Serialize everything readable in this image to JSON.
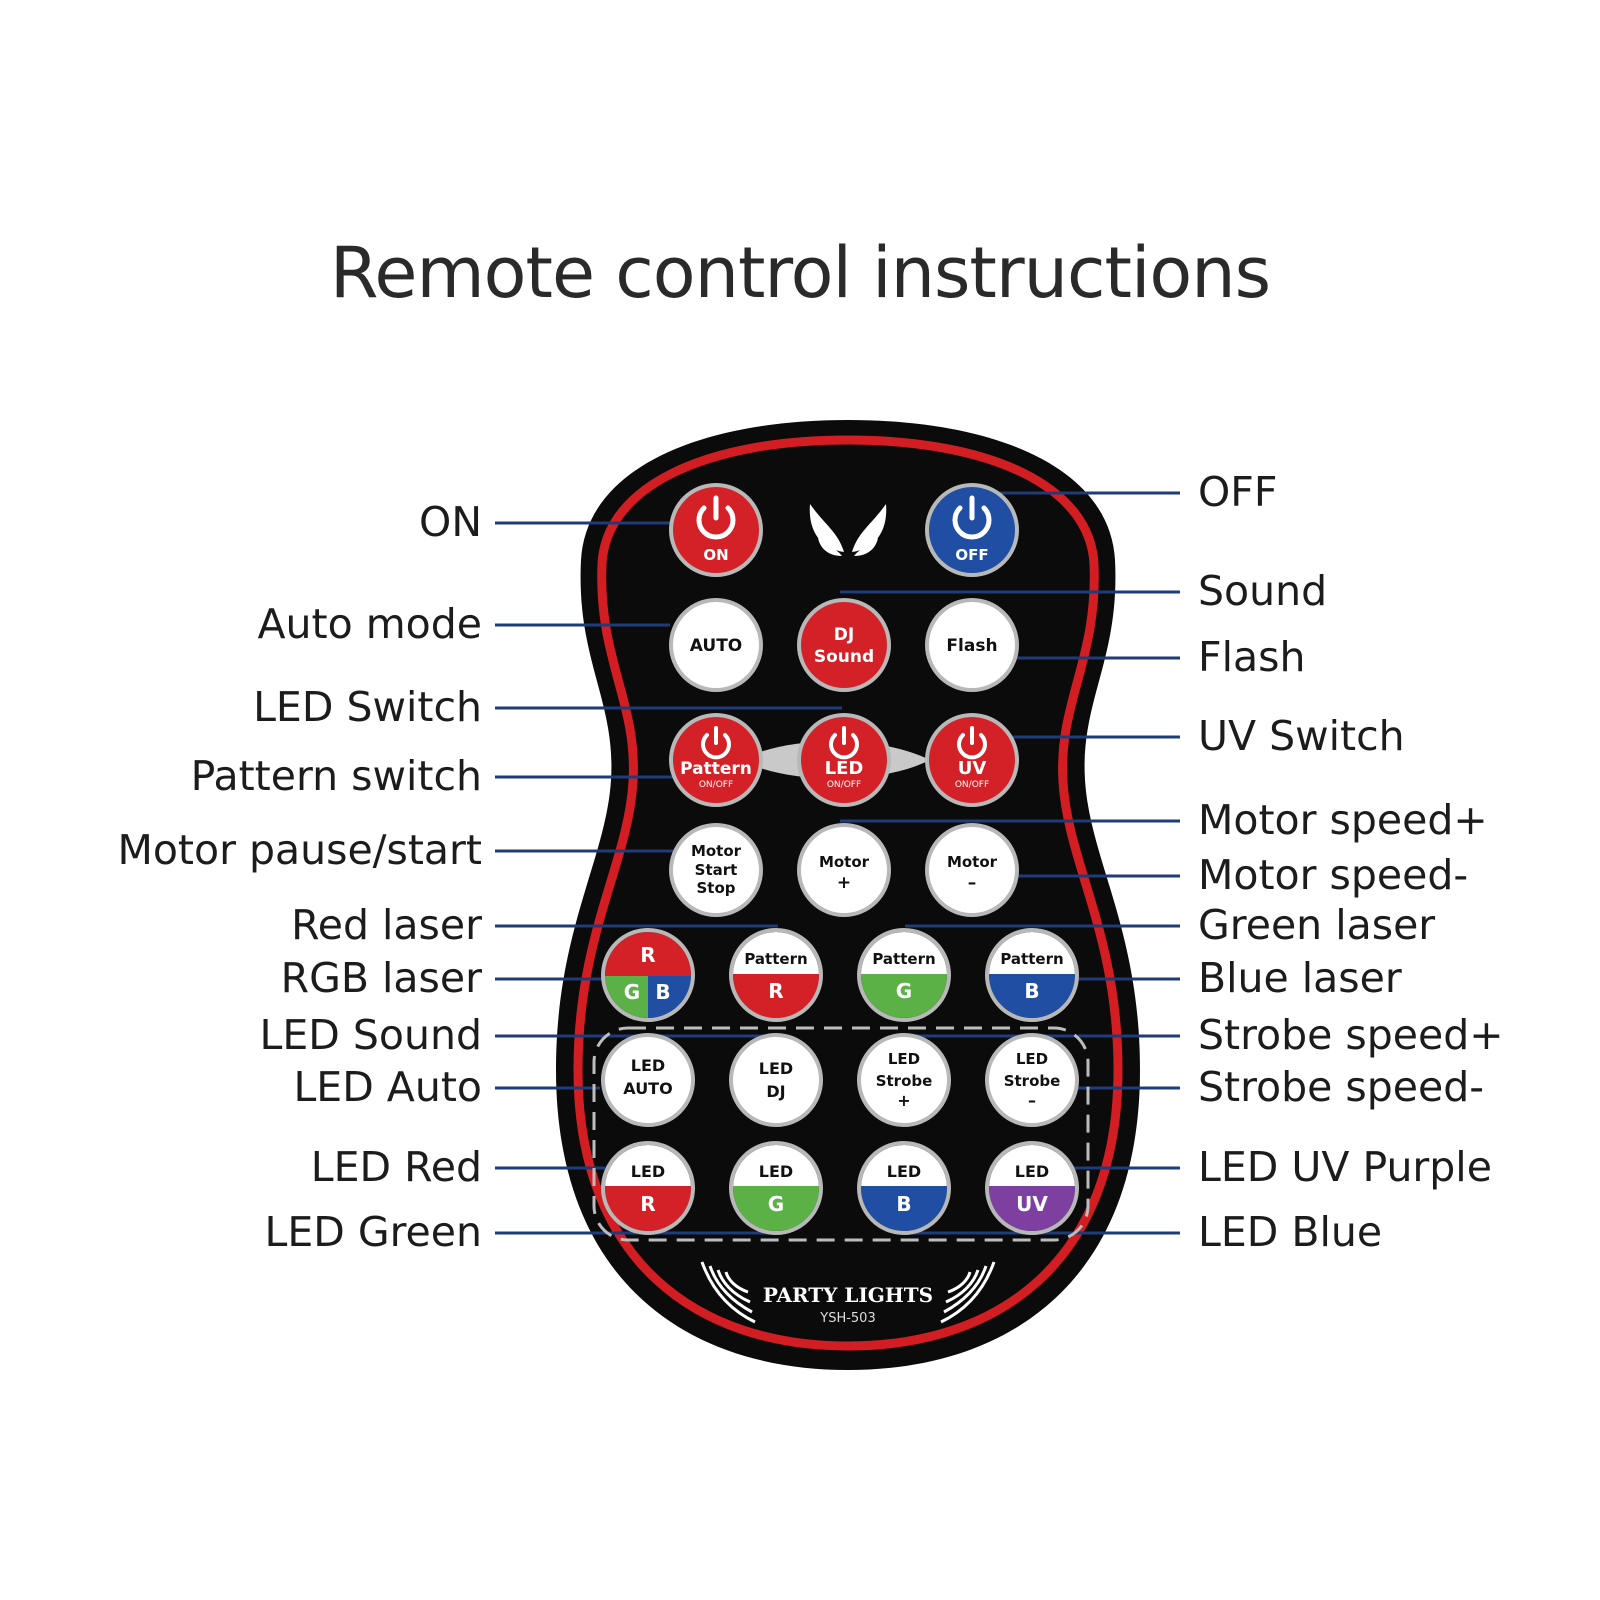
{
  "title": "Remote control instructions",
  "colors": {
    "remote_body": "#0b0b0b",
    "remote_outline": "#d21e23",
    "button_red": "#d42127",
    "button_blue": "#1f4ea3",
    "button_green": "#5bb046",
    "button_purple": "#7d3fa0",
    "button_white": "#ffffff",
    "leader_line": "#1f3b78"
  },
  "callouts": {
    "left": [
      "ON",
      "Auto mode",
      "LED Switch",
      "Pattern switch",
      "Motor pause/start",
      "Red laser",
      "RGB laser",
      "LED Sound",
      "LED Auto",
      "LED Red",
      "LED Green"
    ],
    "right": [
      "OFF",
      "Sound",
      "Flash",
      "UV Switch",
      "Motor speed+",
      "Motor speed-",
      "Green laser",
      "Blue laser",
      "Strobe speed+",
      "Strobe speed-",
      "LED UV Purple",
      "LED Blue"
    ]
  },
  "remote": {
    "brand": "PARTY LIGHTS",
    "model": "YSH-503",
    "logo_icon": "wings-logo-icon",
    "buttons": {
      "on": {
        "label": "ON",
        "icon": "power-icon"
      },
      "off": {
        "label": "OFF",
        "icon": "power-icon"
      },
      "auto": {
        "label": "AUTO"
      },
      "dj_sound": {
        "line1": "DJ",
        "line2": "Sound"
      },
      "flash": {
        "label": "Flash"
      },
      "pattern_switch": {
        "label": "Pattern",
        "sub": "ON/OFF",
        "icon": "power-icon"
      },
      "led_switch": {
        "label": "LED",
        "sub": "ON/OFF",
        "icon": "power-icon"
      },
      "uv_switch": {
        "label": "UV",
        "sub": "ON/OFF",
        "icon": "power-icon"
      },
      "motor_start_stop": {
        "line1": "Motor",
        "line2": "Start",
        "line3": "Stop"
      },
      "motor_plus": {
        "line1": "Motor",
        "line2": "+"
      },
      "motor_minus": {
        "line1": "Motor",
        "line2": "–"
      },
      "rgb_laser": {
        "r": "R",
        "g": "G",
        "b": "B"
      },
      "pattern_r": {
        "top": "Pattern",
        "bottom": "R"
      },
      "pattern_g": {
        "top": "Pattern",
        "bottom": "G"
      },
      "pattern_b": {
        "top": "Pattern",
        "bottom": "B"
      },
      "led_auto": {
        "line1": "LED",
        "line2": "AUTO"
      },
      "led_dj": {
        "line1": "LED",
        "line2": "DJ"
      },
      "led_strobe_plus": {
        "line1": "LED",
        "line2": "Strobe",
        "line3": "+"
      },
      "led_strobe_minus": {
        "line1": "LED",
        "line2": "Strobe",
        "line3": "–"
      },
      "led_r": {
        "top": "LED",
        "bottom": "R"
      },
      "led_g": {
        "top": "LED",
        "bottom": "G"
      },
      "led_b": {
        "top": "LED",
        "bottom": "B"
      },
      "led_uv": {
        "top": "LED",
        "bottom": "UV"
      }
    }
  }
}
